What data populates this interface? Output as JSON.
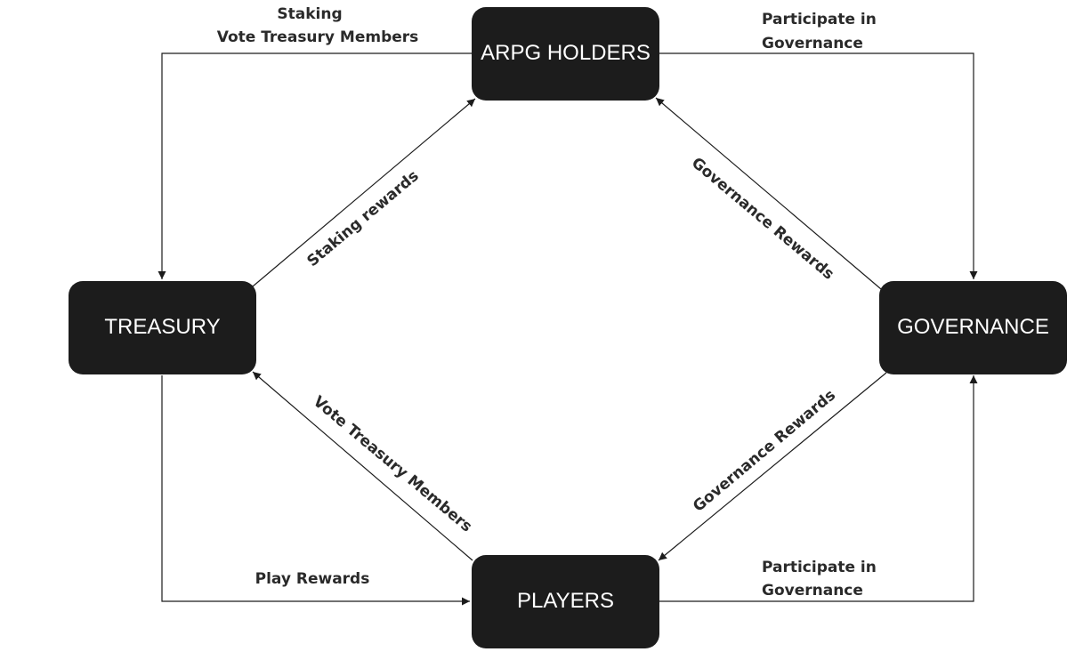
{
  "nodes": {
    "arpg_holders": "ARPG HOLDERS",
    "treasury": "TREASURY",
    "governance": "GOVERNANCE",
    "players": "PLAYERS"
  },
  "edges": {
    "holders_to_treasury": {
      "line1": "Staking",
      "line2": "Vote Treasury Members"
    },
    "holders_to_governance": {
      "line1": "Participate in",
      "line2": "Governance"
    },
    "treasury_to_holders": "Staking rewards",
    "governance_to_holders": "Governance Rewards",
    "players_to_treasury": "Vote Treasury Members",
    "governance_to_players": "Governance Rewards",
    "treasury_to_players": "Play Rewards",
    "players_to_governance": {
      "line1": "Participate in",
      "line2": "Governance"
    }
  },
  "colors": {
    "node_fill": "#1c1c1c",
    "node_text": "#ffffff",
    "line": "#1c1c1c",
    "label_text": "#2a2a2a"
  }
}
